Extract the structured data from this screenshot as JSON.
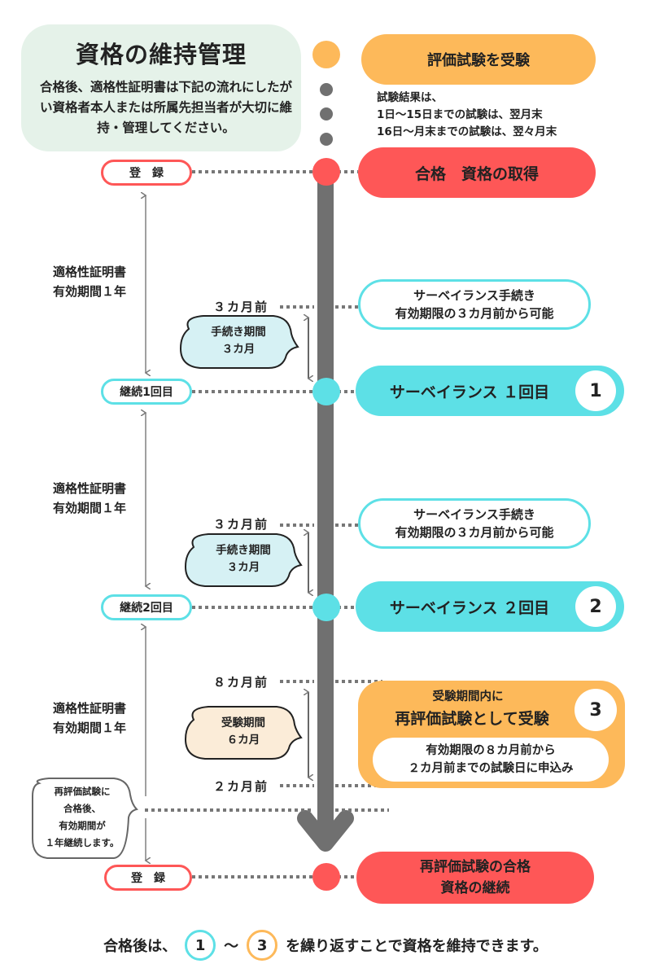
{
  "header": {
    "title": "資格の維持管理",
    "intro": "合格後、適格性証明書は下記の流れにしたがい資格者本人または所属先担当者が大切に維持・管理してください。"
  },
  "steps": {
    "exam": "評価試験を受験",
    "result_note": [
      "試験結果は、",
      "1日～15日までの試験は、翌月末",
      "16日～月末までの試験は、翌々月末"
    ],
    "pass": "合格　資格の取得",
    "surveillance_procedure": [
      "サーベイランス手続き",
      "有効期限の３カ月前から可能"
    ],
    "surveillance1": "サーベイランス １回目",
    "surveillance2": "サーベイランス ２回目",
    "reeval_top": "受験期間内に",
    "reeval_main": "再評価試験として受験",
    "reeval_detail": [
      "有効期限の８カ月前から",
      "２カ月前までの試験日に申込み"
    ],
    "reeval_pass": [
      "再評価試験の合格",
      "資格の継続"
    ]
  },
  "numbers": {
    "n1": "1",
    "n2": "2",
    "n3": "3"
  },
  "left_tags": {
    "register": "登　録",
    "cont1": "継続1回目",
    "cont2": "継続2回目"
  },
  "validity_note": [
    "適格性証明書",
    "有効期間１年"
  ],
  "months": {
    "m3": "３カ月前",
    "m8": "８カ月前",
    "m2": "２カ月前"
  },
  "bubbles": {
    "procedure": [
      "手続き期間",
      "３カ月"
    ],
    "exam_period": [
      "受験期間",
      "６カ月"
    ],
    "renewal": [
      "再評価試験に",
      "合格後、",
      "有効期間が",
      "１年継続します。"
    ]
  },
  "footer": {
    "before": "合格後は、",
    "from": "1",
    "tilde": "～",
    "to": "3",
    "after": "を繰り返すことで資格を維持できます。"
  },
  "colors": {
    "orange": "#fdb95a",
    "red": "#fe5757",
    "cyan": "#5de0e6",
    "gray": "#707070",
    "title_bg": "#e5f2e9"
  }
}
